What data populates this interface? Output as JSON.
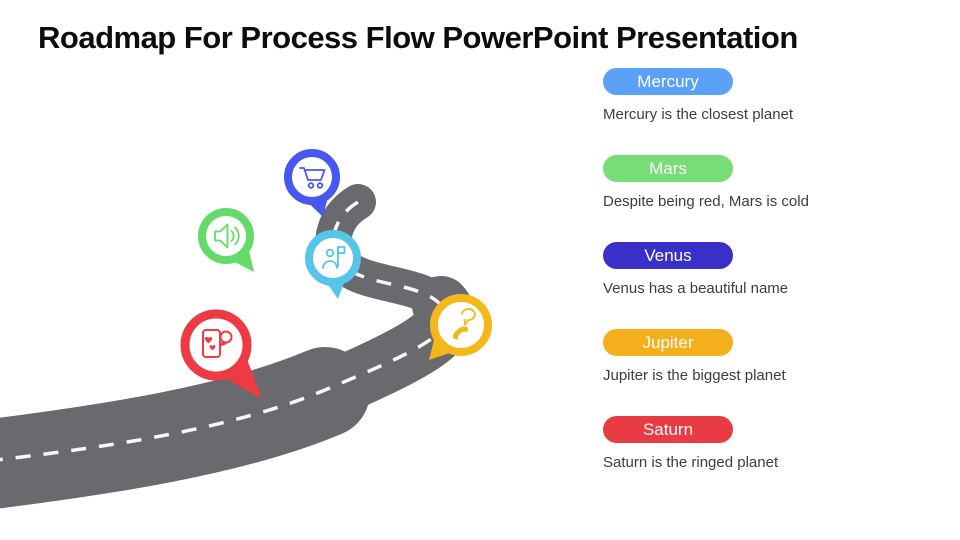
{
  "slide": {
    "title": "Roadmap For Process Flow PowerPoint Presentation",
    "background": "#ffffff"
  },
  "roadmap": {
    "road_color": "#6a6a6e",
    "dash_color": "#ffffff",
    "pins": [
      {
        "name": "shopping-cart",
        "color": "#4757ef"
      },
      {
        "name": "speaker",
        "color": "#64da68"
      },
      {
        "name": "presenter",
        "color": "#57c5ea"
      },
      {
        "name": "chat-messages",
        "color": "#ec3b43"
      },
      {
        "name": "phone-call",
        "color": "#f4b81b"
      }
    ]
  },
  "items": [
    {
      "label": "Mercury",
      "description": "Mercury is the closest planet",
      "color": "#5ca1f8"
    },
    {
      "label": "Mars",
      "description": "Despite being red, Mars is cold",
      "color": "#77dd77"
    },
    {
      "label": "Venus",
      "description": "Venus has a beautiful name",
      "color": "#3a30c8"
    },
    {
      "label": "Jupiter",
      "description": "Jupiter is the biggest planet",
      "color": "#f5af1c"
    },
    {
      "label": "Saturn",
      "description": "Saturn is the ringed planet",
      "color": "#e83b44"
    }
  ]
}
